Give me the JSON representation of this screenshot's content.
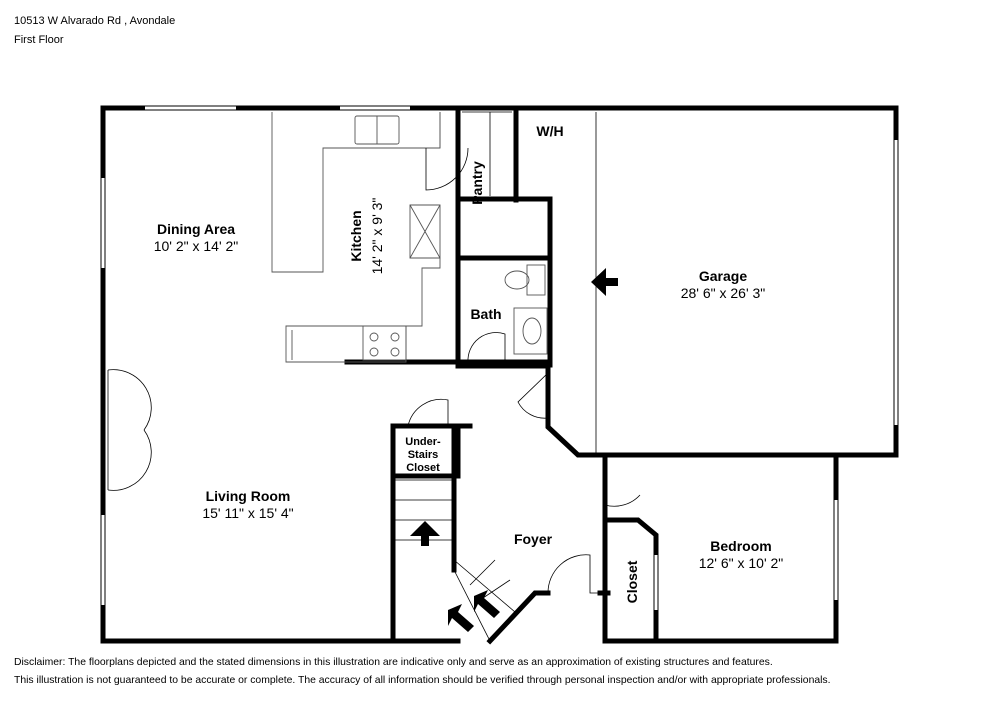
{
  "header": {
    "address": "10513 W Alvarado Rd , Avondale",
    "floor": "First Floor"
  },
  "rooms": {
    "dining": {
      "name": "Dining Area",
      "dims": "10' 2\" x 14' 2\""
    },
    "kitchen": {
      "name": "Kitchen",
      "dims": "14' 2\" x 9' 3\""
    },
    "pantry": {
      "name": "Pantry"
    },
    "wh": {
      "name": "W/H"
    },
    "garage": {
      "name": "Garage",
      "dims": "28' 6\" x 26' 3\""
    },
    "bath": {
      "name": "Bath"
    },
    "under_stairs": {
      "line1": "Under-",
      "line2": "Stairs",
      "line3": "Closet"
    },
    "living": {
      "name": "Living Room",
      "dims": "15' 11\" x 15' 4\""
    },
    "foyer": {
      "name": "Foyer"
    },
    "bedroom": {
      "name": "Bedroom",
      "dims": "12' 6\" x 10' 2\""
    },
    "closet": {
      "name": "Closet"
    }
  },
  "footer": {
    "disclaimer_line1": "Disclaimer: The floorplans depicted and the stated dimensions in this illustration are indicative only and serve as an approximation of existing structures and features.",
    "disclaimer_line2": "This illustration is not guaranteed to be accurate or complete. The accuracy of all information should be verified through personal inspection and/or with appropriate professionals."
  },
  "colors": {
    "wall": "#000000",
    "fixture": "#555555",
    "background": "#ffffff"
  }
}
